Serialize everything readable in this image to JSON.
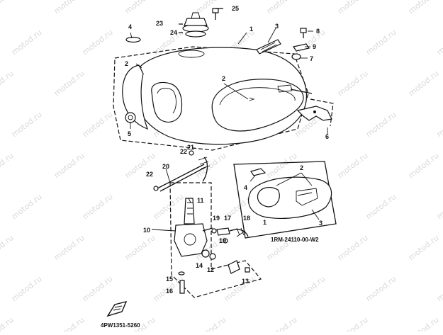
{
  "watermark": "motod.ru",
  "callouts": {
    "c1": "1",
    "c2a": "2",
    "c2b": "2",
    "c3": "3",
    "c4": "4",
    "c5": "5",
    "c6": "6",
    "c7": "7",
    "c8": "8",
    "c9": "9",
    "c10": "10",
    "c11": "11",
    "c12": "12",
    "c13": "13",
    "c14": "14",
    "c15": "15",
    "c16": "16",
    "c17": "17",
    "c18": "18",
    "c19a": "19",
    "c19b": "19",
    "c20": "20",
    "c21": "21",
    "c22a": "22",
    "c22b": "22",
    "c23": "23",
    "c24": "24",
    "c25": "25"
  },
  "inset": {
    "c1": "1",
    "c2": "2",
    "c3": "3",
    "c4": "4",
    "code": "1RM-24110-00-W2"
  },
  "diagram_code": "4PW1351-5260"
}
